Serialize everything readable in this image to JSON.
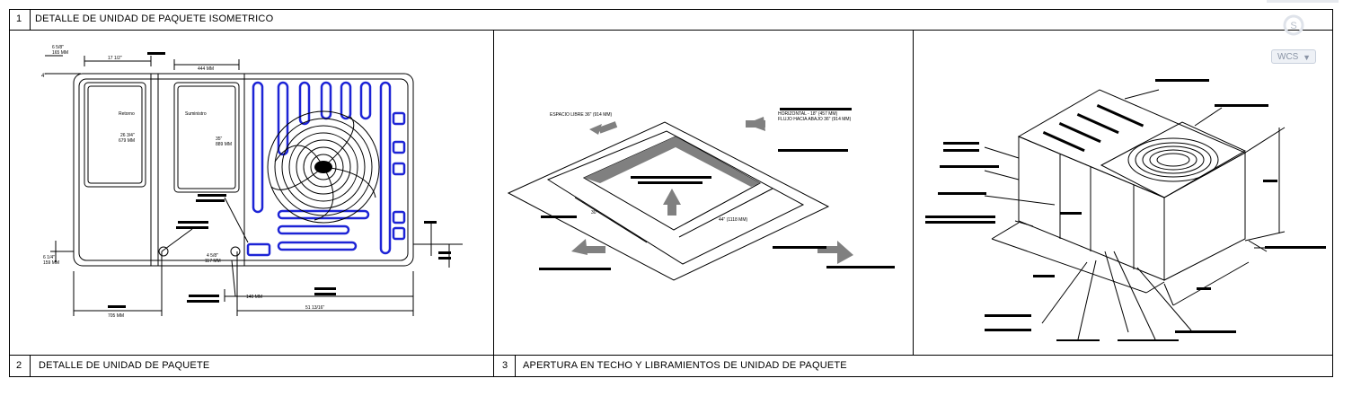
{
  "frame": {
    "header_number": "1",
    "header_title": "DETALLE DE UNIDAD DE PAQUETE  ISOMETRICO",
    "footer": [
      {
        "number": "2",
        "title": "DETALLE DE UNIDAD DE PAQUETE"
      },
      {
        "number": "3",
        "title": "APERTURA EN TECHO Y LIBRAMIENTOS DE UNIDAD DE PAQUETE"
      }
    ]
  },
  "panel_left": {
    "dims": {
      "d1": "6 5/8\"",
      "d1b": "165 MM",
      "d2": "4\"",
      "d3": "17 1/2\"",
      "d4": "444 MM",
      "d5": "6 1/4\"",
      "d5b": "159 MM",
      "d6": "4 5/8\"",
      "d6b": "117 MM",
      "d7": "140 MM",
      "d8": "705 MM",
      "d9": "51 13/16\""
    },
    "labels": {
      "retorno": "Retorno",
      "suministro": "Suministro",
      "retorno_dim": "26 3/4\"",
      "retorno_dim_mm": "679 MM",
      "sum_dim": "35\"",
      "sum_dim_mm": "889 MM"
    }
  },
  "panel_middle": {
    "labels": {
      "espacio": "ESPACIO LIBRE 36\" (914 MM)",
      "horizontal": "HORIZONTAL - 18\" (457 MM)",
      "flujo": "FLUJO HACIA ABAJO 36\" (914 MM)",
      "dim_44": "44\" (1118 MM)",
      "dim_short": "30"
    }
  },
  "ui": {
    "wcs_label": "WCS",
    "wcs_caret": "▼",
    "nav_letter": "S",
    "nav_icon": "compass-ring-icon"
  }
}
